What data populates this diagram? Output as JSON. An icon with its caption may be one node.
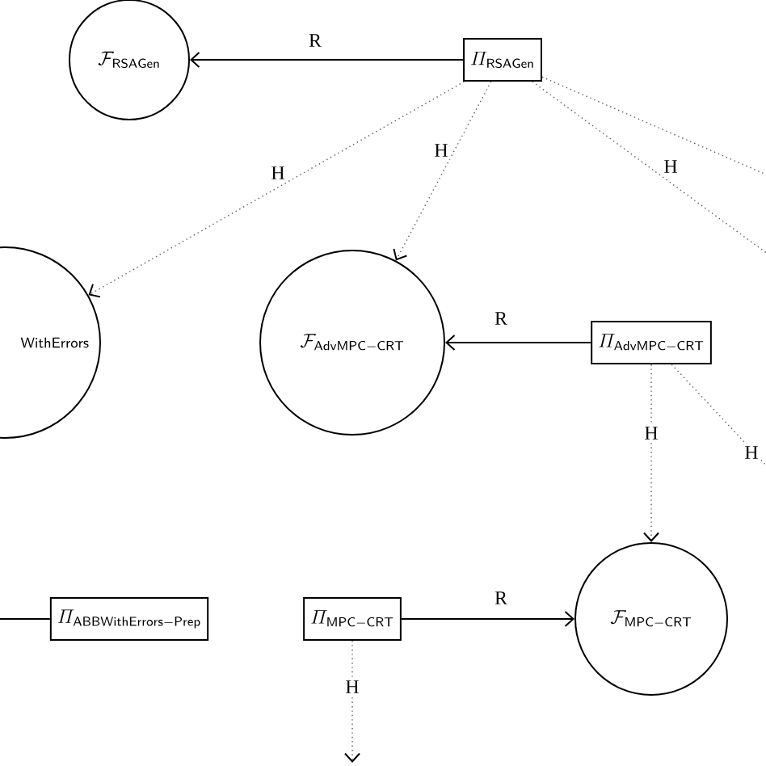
{
  "diagram": {
    "nodes": [
      {
        "text": [
          "\\mathcal{F}_{\\mathsf{RSAGen}}"
        ]
      },
      {
        "text": [
          "\\mathnormal{\\Pi}_{\\mathsf{RSAGen}}"
        ]
      },
      {
        "text": [
          "\\mathsf{WithErrors}"
        ]
      },
      {
        "text": [
          "\\mathcal{F}_{\\mathsf{AdvMPC-CRT}}"
        ]
      },
      {
        "text": [
          "\\mathnormal{\\Pi}_{\\mathsf{AdvMPC-CRT}}"
        ]
      },
      {
        "text": [
          "\\mathcal{F}_{\\mathsf{MPC-CRT}}"
        ]
      },
      {
        "text": [
          "\\mathnormal{\\Pi}_{\\mathsf{ABBWithErrors-Prep}}"
        ]
      },
      {
        "text": [
          "\\mathnormal{\\Pi}_{\\mathsf{MPC-CRT}}"
        ]
      }
    ],
    "edges": [
      {
        "from": 1,
        "to": 0,
        "arrow": "to",
        "label": "R"
      },
      {
        "from": 1,
        "to": 2,
        "arrow": "to",
        "label": "H",
        "style": "dashed"
      },
      {
        "from": 1,
        "to": 3,
        "arrow": "to",
        "label": "H",
        "style": "dashed"
      },
      {
        "from": 1,
        "to": null,
        "arrow": "none",
        "style": "dashed"
      },
      {
        "from": 1,
        "to": null,
        "arrow": "none",
        "label": "H",
        "style": "dashed"
      },
      {
        "from": 4,
        "to": 3,
        "arrow": "to",
        "label": "R"
      },
      {
        "from": 4,
        "to": 5,
        "arrow": "to",
        "label": "H",
        "style": "dashed"
      },
      {
        "from": 4,
        "to": null,
        "arrow": "none",
        "label": "H",
        "style": "dashed"
      },
      {
        "from": null,
        "to": 6,
        "arrow": "none"
      },
      {
        "from": 7,
        "to": 5,
        "arrow": "to",
        "label": "R"
      },
      {
        "from": 7,
        "to": null,
        "arrow": "to",
        "label": "H",
        "style": "dashed"
      }
    ]
  }
}
